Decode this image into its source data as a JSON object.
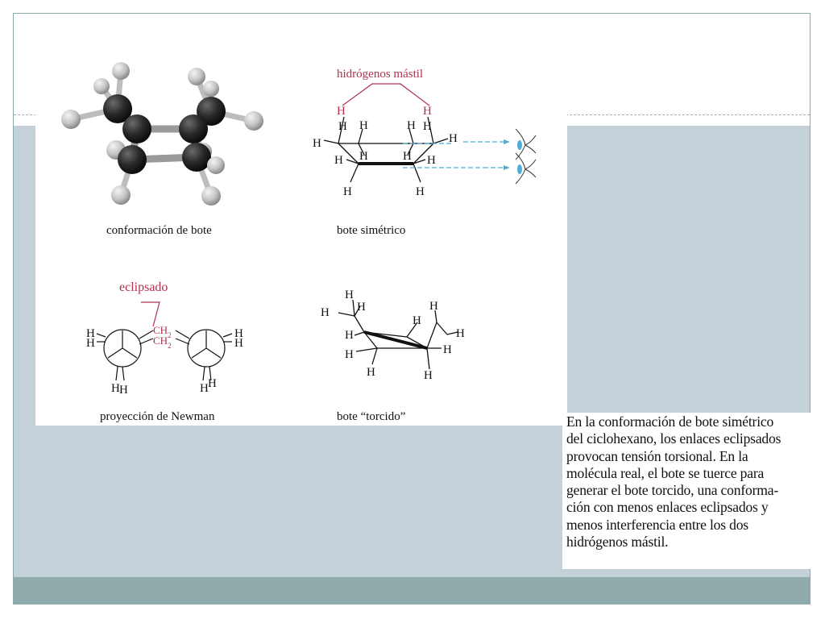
{
  "figures": {
    "boat_model_label": "conformación de bote",
    "symmetric_boat_label": "bote simétrico",
    "newman_label": "proyección de Newman",
    "twist_boat_label": "bote “torcido”",
    "flagpole_annotation": "hidrógenos mástil",
    "eclipsed_annotation": "eclipsado",
    "atom_h": "H",
    "ch2": "CH"
  },
  "caption": "En la conformación de bote simétrico\ndel ciclohexano, los enlaces eclipsados\nprovocan tensión torsional. En la\nmolécula real, el bote se tuerce para\ngenerar el bote torcido, una conforma-\nción con menos enlaces eclipsados y\nmenos interferencia entre los dos\nhidrógenos mástil.",
  "colors": {
    "accent_red": "#b0304d",
    "band": "#c5d1d8",
    "footer": "#8fabab",
    "eye_blue": "#4aaed8"
  }
}
